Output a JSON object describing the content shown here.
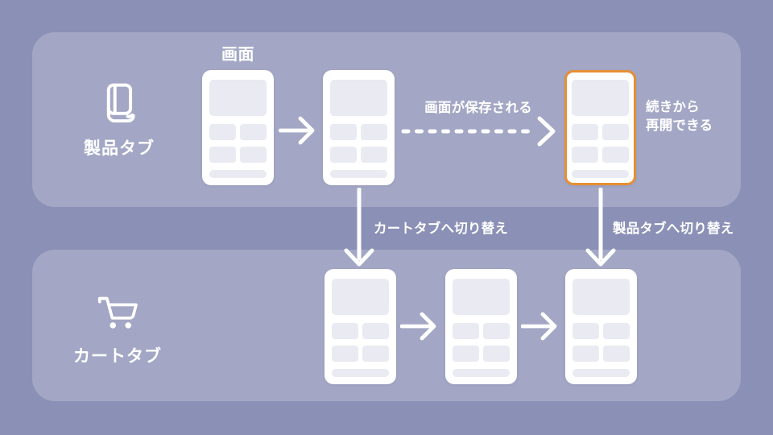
{
  "colors": {
    "background": "#8B90B6",
    "panel": "#A3A7C5",
    "phone": "#FFFFFF",
    "block": "#E9EAF2",
    "accent_orange": "#E68F33",
    "text": "#FFFFFF"
  },
  "product_row": {
    "title": "製品タブ",
    "icon": "book-icon",
    "screen_caption": "画面",
    "save_transition_label": "画面が保存される",
    "resume_note": {
      "line1": "続きから",
      "line2": "再開できる"
    }
  },
  "cart_row": {
    "title": "カートタブ",
    "icon": "cart-icon"
  },
  "transitions": {
    "to_cart_label": "カートタブへ切り替え",
    "to_product_label": "製品タブへ切り替え"
  }
}
